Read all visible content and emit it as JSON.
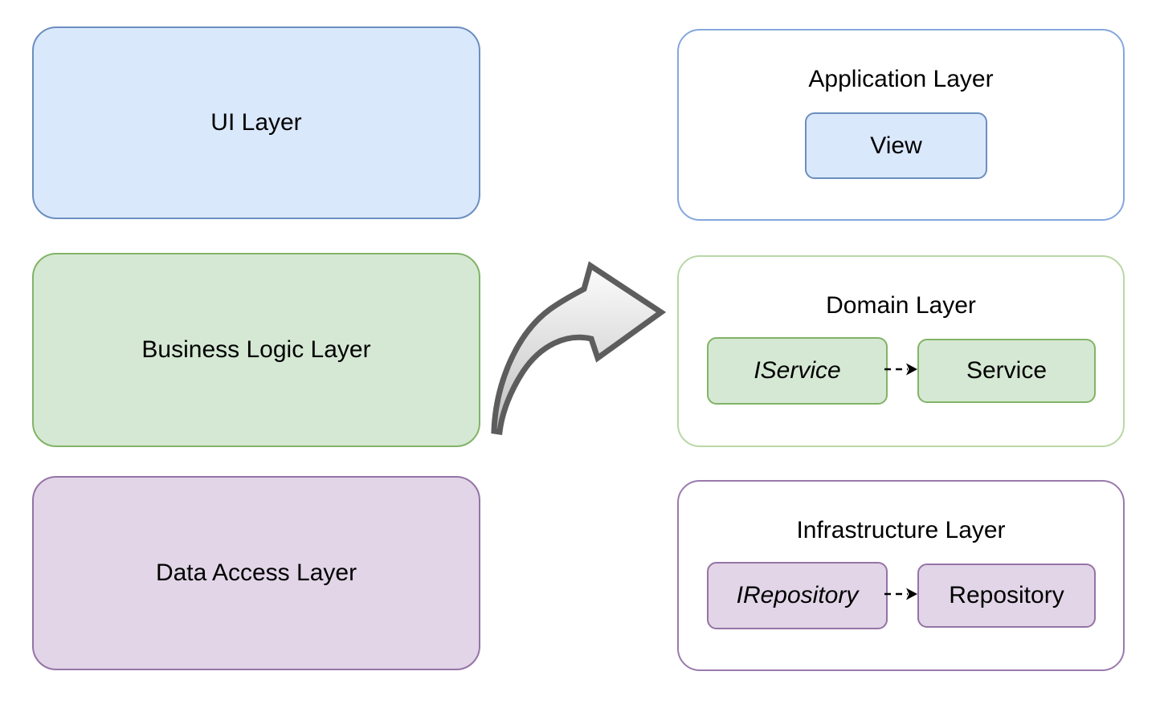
{
  "palette": {
    "blue-fill": "#dae8fc",
    "blue-stroke": "#6c8ebf",
    "green-fill": "#d5e8d4",
    "green-stroke": "#82b366",
    "purple-fill": "#e1d5e7",
    "purple-stroke": "#9673a6",
    "app-container-stroke": "#85a7dd",
    "domain-container-stroke": "#b9d7a5",
    "infra-container-stroke": "#9a7aad",
    "arrow-stroke": "#5d5d5d",
    "connector-color": "#000000"
  },
  "left_nodes": [
    {
      "label": "UI Layer"
    },
    {
      "label": "Business Logic Layer"
    },
    {
      "label": "Data Access Layer"
    }
  ],
  "right_containers": [
    {
      "title": "Application Layer",
      "children": [
        {
          "label": "View"
        }
      ]
    },
    {
      "title": "Domain Layer",
      "children": [
        {
          "label": "IService"
        },
        {
          "label": "Service"
        }
      ]
    },
    {
      "title": "Infrastructure Layer",
      "children": [
        {
          "label": "IRepository"
        },
        {
          "label": "Repository"
        }
      ]
    }
  ],
  "icons": {
    "curved_arrow": "curved-swoosh-arrow-right",
    "dashed_arrow": "dashed-arrow-right"
  }
}
